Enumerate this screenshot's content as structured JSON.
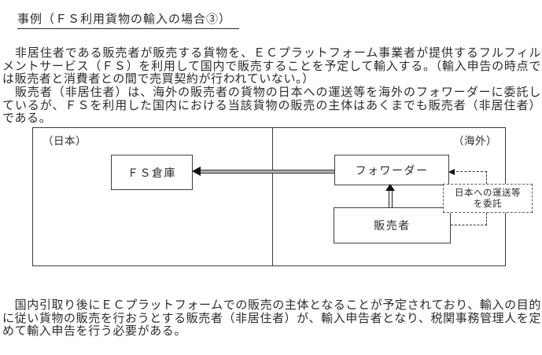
{
  "title": "事例（ＦＳ利用貨物の輸入の場合③）",
  "paragraphs": {
    "p1": "　非居住者である販売者が販売する貨物を、ＥＣプラットフォーム事業者が提供するフルフィルメントサービス（ＦＳ）を利用して国内で販売することを予定して輸入する。（輸入申告の時点では販売者と消費者との間で売買契約が行われていない。）",
    "p2": "　販売者（非居住者）は、海外の販売者の貨物の日本への運送等を海外のフォワーダーに委託しているが、ＦＳを利用した国内における当該貨物の販売の主体はあくまでも販売者（非居住者）である。",
    "p3": "　国内引取り後にＥＣプラットフォームでの販売の主体となることが予定されており、輸入の目的に従い貨物の販売を行おうとする販売者（非居住者）が、輸入申告者となり、税関事務管理人を定めて輸入申告を行う必要がある。"
  },
  "diagram": {
    "region_japan": "（日本）",
    "region_overseas": "（海外）",
    "fs_warehouse": "ＦＳ倉庫",
    "forwarder": "フォワーダー",
    "seller": "販売者",
    "commission_note": [
      "日本への運送等",
      "を委託"
    ]
  },
  "colors": {
    "text": "#2b2b2b",
    "border": "#3c3c3c",
    "arrow_fill": "#aeaeae",
    "arrow_head": "#111111"
  }
}
